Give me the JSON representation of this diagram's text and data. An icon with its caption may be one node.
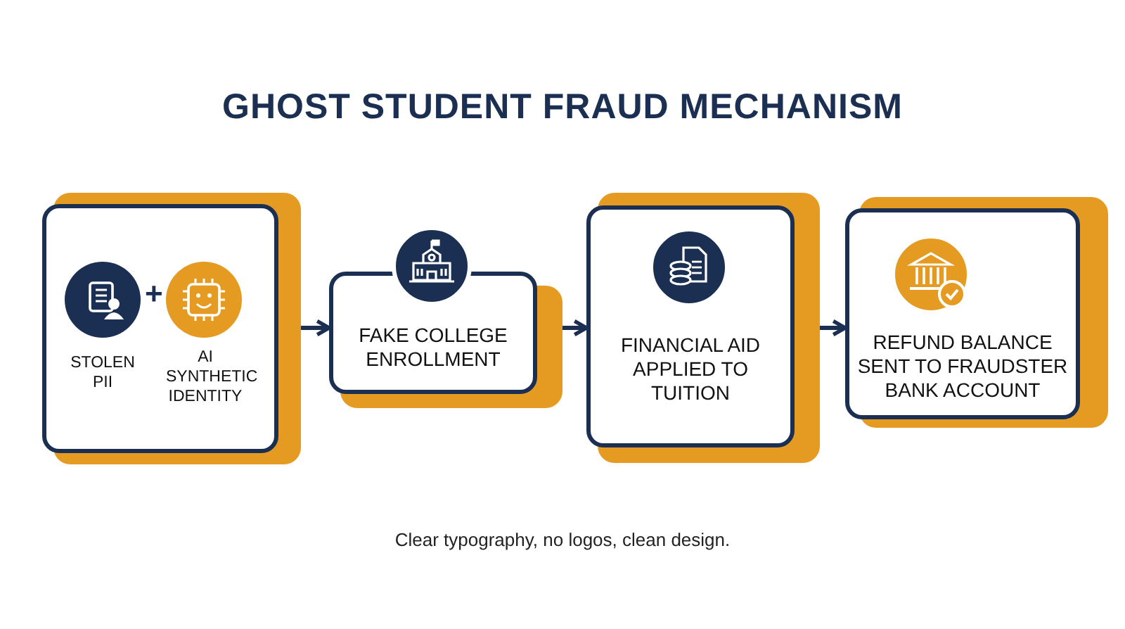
{
  "diagram": {
    "title": "GHOST STUDENT FRAUD MECHANISM",
    "caption": "Clear typography, no logos, clean design.",
    "nodes": [
      {
        "text": [],
        "shape": "box"
      },
      {
        "text": [
          "STOLEN PII"
        ],
        "in": 0
      },
      {
        "text": [
          "AI SYNTHETIC IDENTITY"
        ],
        "in": 0
      },
      {
        "text": [
          "FAKE COLLEGE ENROLLMENT"
        ]
      },
      {
        "text": [
          "FINANCIAL AID APPLIED TO TUITION"
        ]
      },
      {
        "text": [
          "REFUND BALANCE SENT TO FRAUDSTER BANK ACCOUNT"
        ]
      }
    ],
    "edges": [
      {
        "from": 0,
        "to": 3,
        "arrow": "to"
      },
      {
        "from": 3,
        "to": 4,
        "arrow": "to"
      },
      {
        "from": 4,
        "to": 5,
        "arrow": "to"
      }
    ],
    "labels": [
      "+"
    ]
  }
}
